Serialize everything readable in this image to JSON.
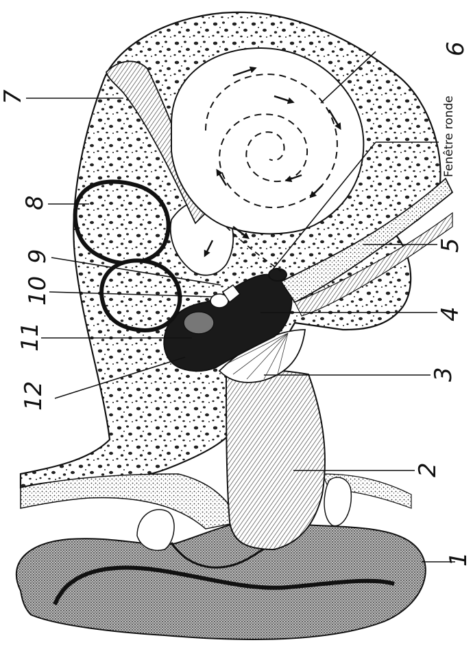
{
  "labels": {
    "l1": "1",
    "l2": "2",
    "l3": "3",
    "l4": "4",
    "l5": "5",
    "l6": "6",
    "l7": "7",
    "l8": "8",
    "l9": "9",
    "l10": "10",
    "l11": "11",
    "l12": "12",
    "fenetre_ronde": "Fenêtre ronde"
  },
  "colors": {
    "ink": "#111111",
    "paper": "#ffffff",
    "dark_fill": "#1a1a1a",
    "shade": "#5a5a5a"
  },
  "orientation": "rotated 90 degrees counter-clockwise"
}
